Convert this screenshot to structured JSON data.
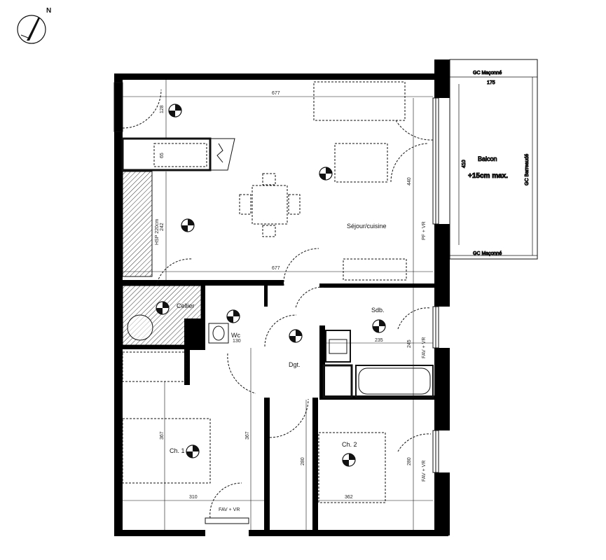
{
  "compass": {
    "north_label": "N"
  },
  "rooms": {
    "sejour": "Séjour/cuisine",
    "cellier": "Cellier",
    "sdb": "Sdb.",
    "wc": "Wc",
    "dgt": "Dgt.",
    "ch1": "Ch. 1",
    "ch2": "Ch. 2"
  },
  "balcony": {
    "label": "Balcon",
    "note": "+15cm max.",
    "top_label": "GC Maçonné",
    "top_dim": "175",
    "bottom_label": "GC Maçonné",
    "side_label": "GC Barreaudé",
    "height_dim": "410"
  },
  "dimensions": {
    "sejour_width_top": "677",
    "sejour_width_bottom": "677",
    "entry_128": "128",
    "kitchen_65": "65",
    "window_440": "440",
    "hsp": "HSP 220cm",
    "hsp_val": "242",
    "wc_130": "130",
    "sdb_235": "235",
    "sdb_245": "245",
    "ch1_367": "367",
    "dgt_367": "367",
    "ch2_280_left": "280",
    "ch2_280_right": "280",
    "ch1_310": "310",
    "ch2_362": "362"
  },
  "windows": {
    "sejour": "PF + VR",
    "sdb": "FAV + VR",
    "ch2": "FAV + VR",
    "ch1": "FAV + VR"
  },
  "colors": {
    "wall": "#000000",
    "line": "#111111",
    "hatch": "#333333"
  }
}
